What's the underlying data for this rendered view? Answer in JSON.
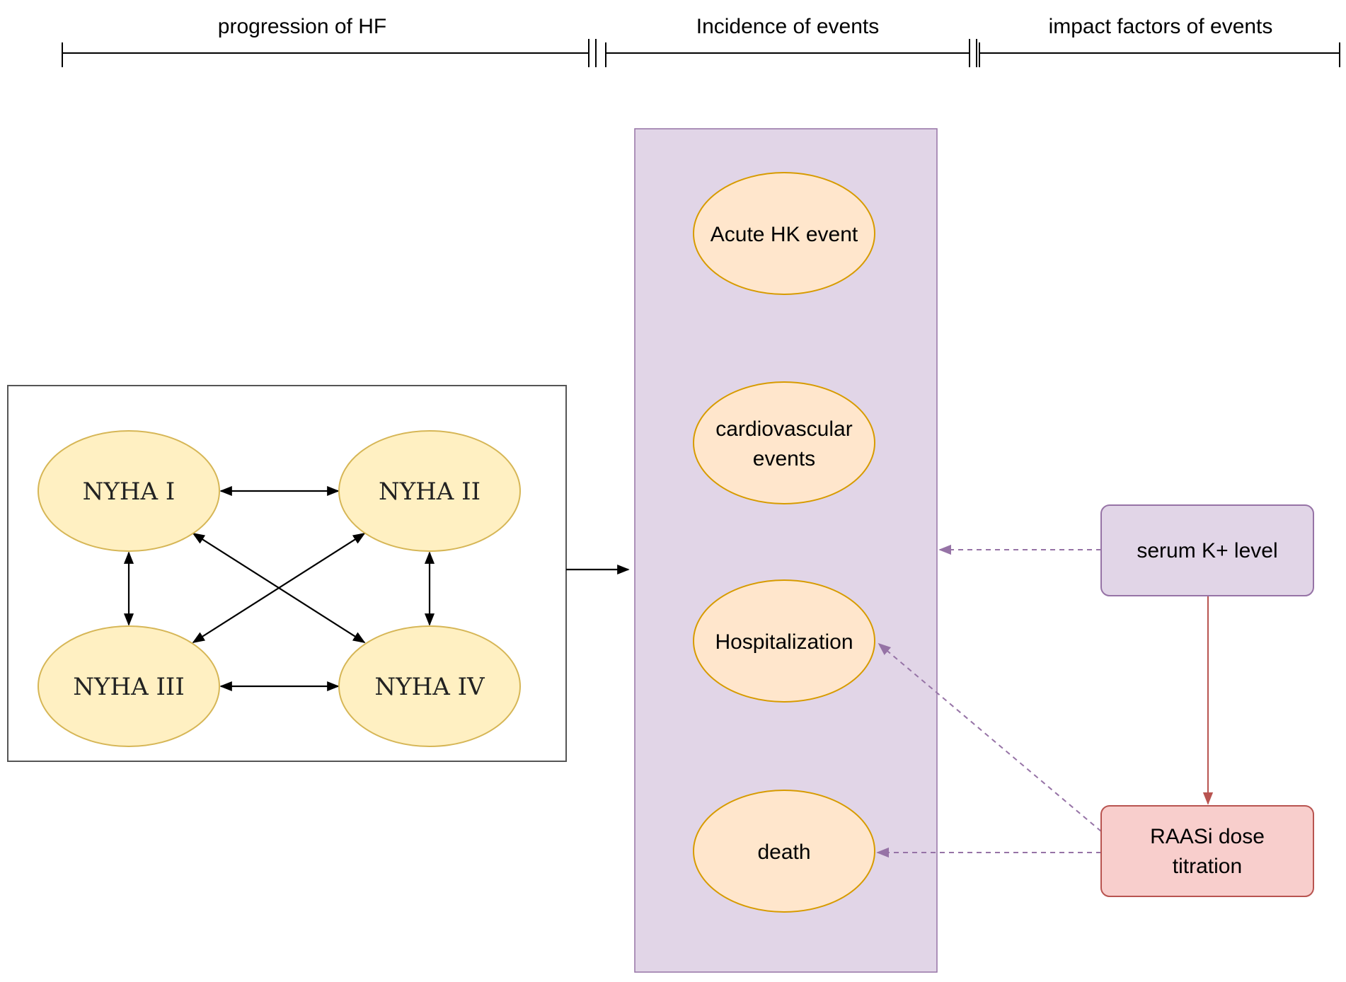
{
  "headers": {
    "progression": "progression of HF",
    "incidence": "Incidence of events",
    "impact": "impact factors of events"
  },
  "nyha": {
    "n1": "NYHA I",
    "n2": "NYHA II",
    "n3": "NYHA III",
    "n4": "NYHA IV"
  },
  "events": {
    "acute_hk": "Acute HK event",
    "cardio_line1": "cardiovascular",
    "cardio_line2": "events",
    "hospitalization": "Hospitalization",
    "death": "death"
  },
  "factors": {
    "serum_k": "serum K+ level",
    "raasi_line1": "RAASi dose",
    "raasi_line2": "titration"
  },
  "colors": {
    "ellipse_fill": "#fff0c2",
    "ellipse_stroke": "#d6b656",
    "event_fill": "#ffe6cc",
    "event_stroke": "#d79b00",
    "panel_fill": "#e1d5e7",
    "panel_stroke": "#9673a6",
    "serum_fill": "#e1d5e7",
    "serum_stroke": "#9673a6",
    "raasi_fill": "#f8cecc",
    "raasi_stroke": "#b85450",
    "dashed_arrow": "#9673a6",
    "solid_arrow_red": "#b85450"
  }
}
